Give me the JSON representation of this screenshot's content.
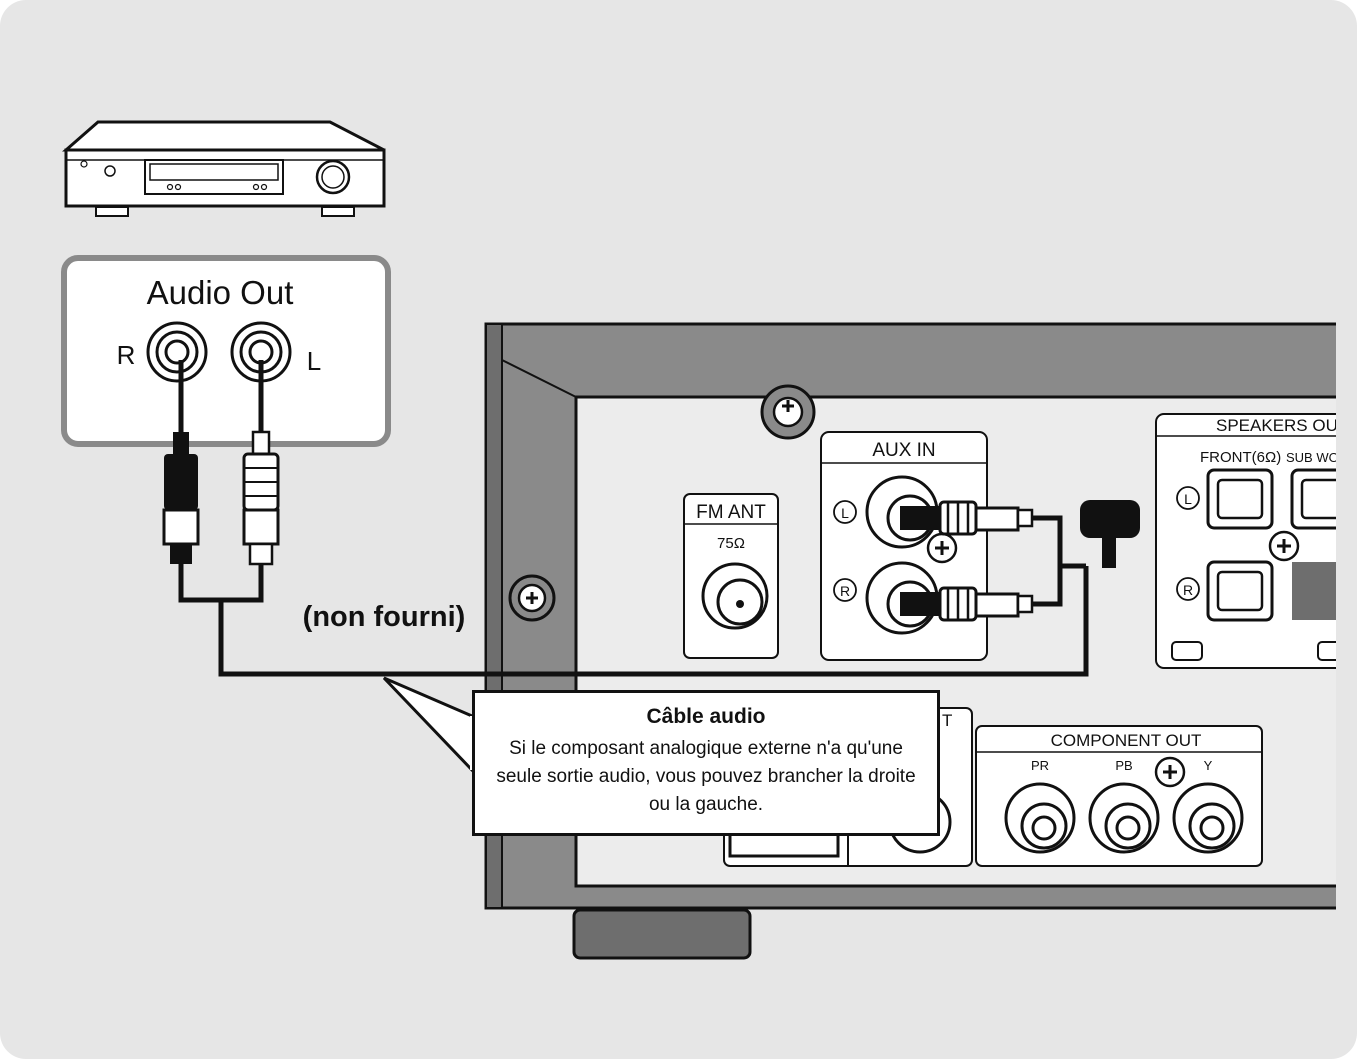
{
  "audio_out_panel": {
    "title": "Audio Out",
    "right_label": "R",
    "left_label": "L"
  },
  "cable": {
    "note": "(non fourni)"
  },
  "rear_panel": {
    "fm_ant": {
      "label": "FM ANT",
      "impedance": "75Ω"
    },
    "aux_in": {
      "label": "AUX IN",
      "left": "L",
      "right": "R"
    },
    "speakers_out": {
      "label": "SPEAKERS OUT",
      "front": "FRONT(6Ω)",
      "sub": "SUB WOO",
      "left": "L",
      "right": "R"
    },
    "component_out": {
      "label": "COMPONENT OUT",
      "pr": "PR",
      "pb": "PB",
      "y": "Y"
    },
    "partial_label": "T"
  },
  "callout": {
    "title": "Câble audio",
    "body": "Si le composant analogique externe n'a qu'une seule sortie audio, vous pouvez brancher la droite ou la gauche."
  },
  "colors": {
    "background": "#e6e6e6",
    "line": "#111111",
    "panel_gray": "#8a8a8a",
    "panel_dark": "#6e6e6e"
  }
}
